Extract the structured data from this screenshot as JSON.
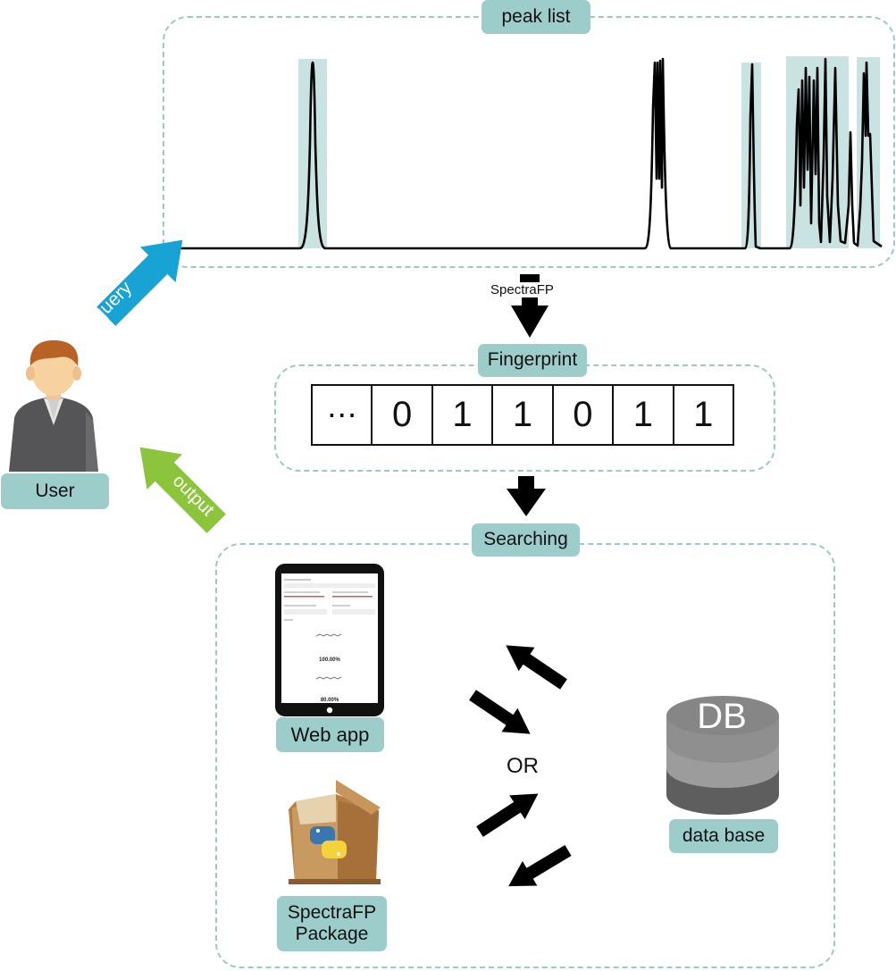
{
  "labels": {
    "peak_list": "peak list",
    "spectrafp_step": "SpectraFP",
    "fingerprint": "Fingerprint",
    "searching": "Searching",
    "user": "User",
    "query": "query",
    "output": "output",
    "web_app": "Web app",
    "or": "OR",
    "db_icon_text": "DB",
    "data_base": "data base",
    "package_line1": "SpectraFP",
    "package_line2": "Package"
  },
  "fingerprint_bits": [
    "⋯",
    "0",
    "1",
    "1",
    "0",
    "1",
    "1"
  ],
  "webapp_screen": {
    "score_1": "100.00%",
    "score_2": "80.00%"
  },
  "colors": {
    "teal_label": "#9dcdca",
    "dashed_border": "#9cc9c6",
    "peak_highlight": "#c8e3e1",
    "query_arrow": "#17a3d3",
    "output_arrow": "#8cc43c"
  }
}
